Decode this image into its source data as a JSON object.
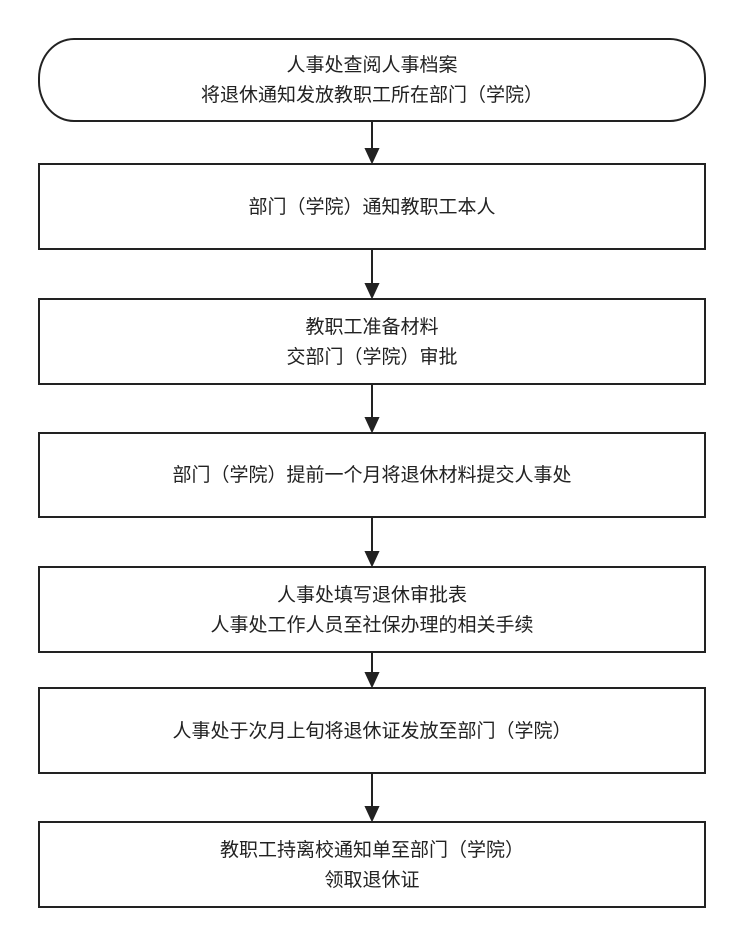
{
  "flowchart": {
    "steps": [
      {
        "lines": [
          "人事处查阅人事档案",
          "将退休通知发放教职工所在部门（学院）"
        ]
      },
      {
        "lines": [
          "部门（学院）通知教职工本人"
        ]
      },
      {
        "lines": [
          "教职工准备材料",
          "交部门（学院）审批"
        ]
      },
      {
        "lines": [
          "部门（学院）提前一个月将退休材料提交人事处"
        ]
      },
      {
        "lines": [
          "人事处填写退休审批表",
          "人事处工作人员至社保办理的相关手续"
        ]
      },
      {
        "lines": [
          "人事处于次月上旬将退休证发放至部门（学院）"
        ]
      },
      {
        "lines": [
          "教职工持离校通知单至部门（学院）",
          "领取退休证"
        ]
      }
    ],
    "colors": {
      "stroke": "#222222",
      "fill": "#ffffff",
      "text": "#222222"
    }
  }
}
